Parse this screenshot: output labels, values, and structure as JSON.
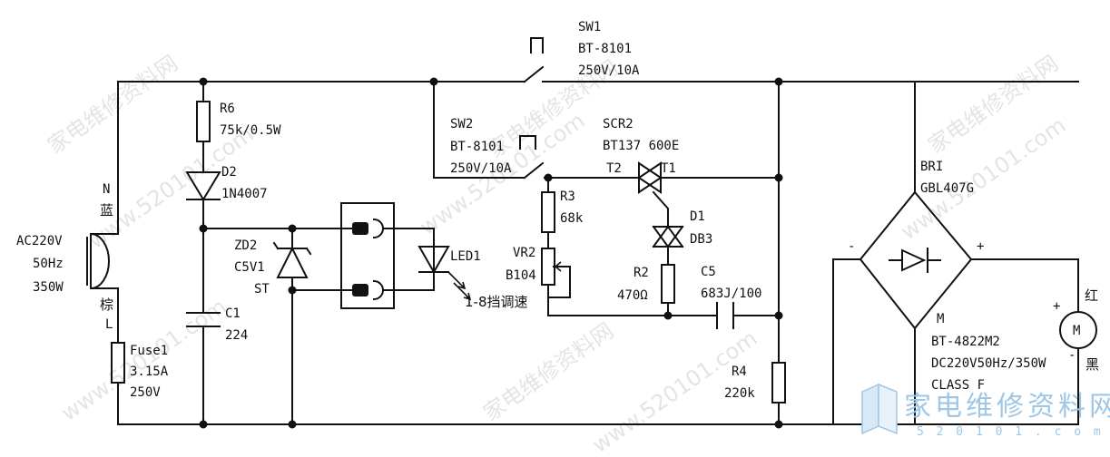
{
  "watermark": {
    "site_name": "家电维修资料网",
    "url": "www.520101.com"
  },
  "logo": {
    "text": "家电维修资料网",
    "url": "5 2 0 1 0 1 . c o m"
  },
  "mains": {
    "neutral_label": "N",
    "neutral_color": "蓝",
    "source_line1": "AC220V",
    "source_line2": "50Hz",
    "source_line3": "350W",
    "live_color": "棕",
    "live_label": "L"
  },
  "fuse": {
    "name": "Fuse1",
    "rating": "3.15A",
    "voltage": "250V"
  },
  "r6": {
    "name": "R6",
    "value": "75k/0.5W"
  },
  "d2": {
    "name": "D2",
    "part": "1N4007"
  },
  "zd2": {
    "name": "ZD2",
    "value": "C5V1",
    "aux": "ST"
  },
  "c1": {
    "name": "C1",
    "value": "224"
  },
  "led1": {
    "name": "LED1",
    "speed_label": "1-8挡调速"
  },
  "sw1": {
    "name": "SW1",
    "part": "BT-8101",
    "rating": "250V/10A"
  },
  "sw2": {
    "name": "SW2",
    "part": "BT-8101",
    "rating": "250V/10A"
  },
  "scr2": {
    "name": "SCR2",
    "part": "BT137 600E",
    "t2": "T2",
    "t1": "T1"
  },
  "r3": {
    "name": "R3",
    "value": "68k"
  },
  "vr2": {
    "name": "VR2",
    "value": "B104"
  },
  "d1": {
    "name": "D1",
    "part": "DB3"
  },
  "r2": {
    "name": "R2",
    "value": "470Ω"
  },
  "c5": {
    "name": "C5",
    "value": "683J/100"
  },
  "r4": {
    "name": "R4",
    "value": "220k"
  },
  "bridge": {
    "name": "BRI",
    "part": "GBL407G",
    "minus": "-",
    "plus": "+"
  },
  "motor": {
    "symbol": "M",
    "name": "M",
    "part": "BT-4822M2",
    "rating": "DC220V50Hz/350W",
    "class": "CLASS F",
    "red": "红",
    "black": "黑",
    "plus": "+",
    "minus": "-"
  }
}
